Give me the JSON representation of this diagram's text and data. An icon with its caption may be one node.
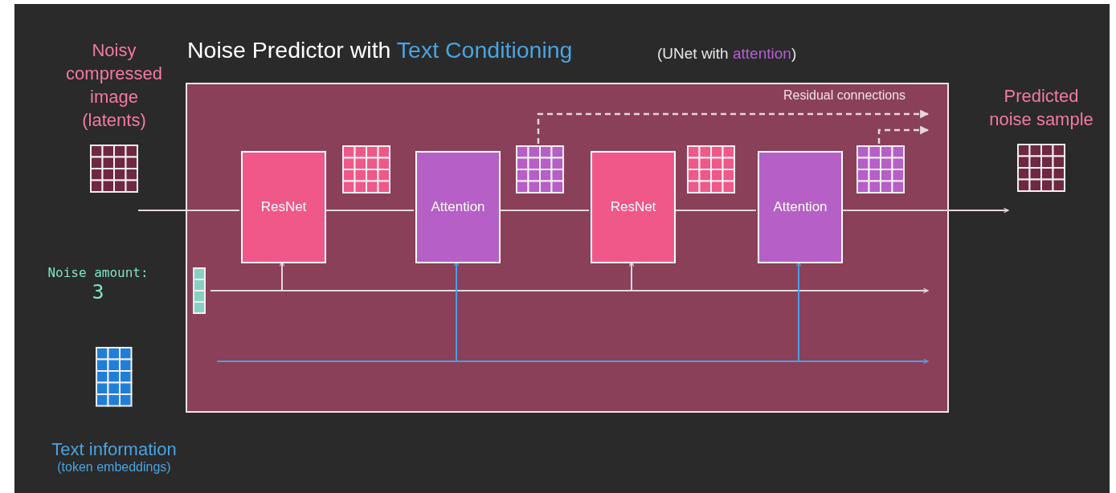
{
  "diagram": {
    "title": "Noise Predictor with **Text Conditioning**",
    "nodes": [
      {
        "text": [
          "Noisy compressed image (latents)"
        ]
      },
      {
        "text": [],
        "shape": "box"
      },
      {
        "text": [
          "ResNet"
        ],
        "in": 1
      },
      {
        "text": [
          "Attention"
        ],
        "in": 1
      },
      {
        "text": [
          "ResNet"
        ],
        "in": 1
      },
      {
        "text": [
          "Attention"
        ],
        "in": 1
      },
      {
        "text": [
          "Predicted noise sample"
        ]
      },
      {
        "text": [],
        "shape": "grid",
        "in": 1
      },
      {
        "text": [],
        "shape": "grid",
        "in": 1
      },
      {
        "text": [
          "Noise amount:",
          "3"
        ]
      },
      {
        "text": [
          "Text information",
          "(token embeddings)"
        ]
      }
    ],
    "edges": [
      {
        "from": 0,
        "to": 2,
        "arrow": "none"
      },
      {
        "from": 2,
        "to": 3,
        "arrow": "none"
      },
      {
        "from": 3,
        "to": 4,
        "arrow": "none"
      },
      {
        "from": 4,
        "to": 5,
        "arrow": "none"
      },
      {
        "from": 5,
        "to": 6,
        "arrow": "to"
      },
      {
        "from": 7,
        "to": null,
        "arrow": "to",
        "style": "dashed"
      },
      {
        "from": 8,
        "to": null,
        "arrow": "to",
        "style": "dashed"
      },
      {
        "from": 9,
        "to": 2,
        "arrow": "to"
      },
      {
        "from": 9,
        "to": 4,
        "arrow": "to"
      },
      {
        "from": 9,
        "to": 1,
        "arrow": "to"
      },
      {
        "from": 10,
        "to": 3,
        "arrow": "to",
        "color": "#4a9fe0"
      },
      {
        "from": 10,
        "to": 5,
        "arrow": "to",
        "color": "#4a9fe0"
      },
      {
        "from": 10,
        "to": 1,
        "arrow": "to",
        "color": "#4a9fe0"
      }
    ],
    "labels": [
      "(UNet with *attention*)",
      "Residual connections"
    ]
  }
}
